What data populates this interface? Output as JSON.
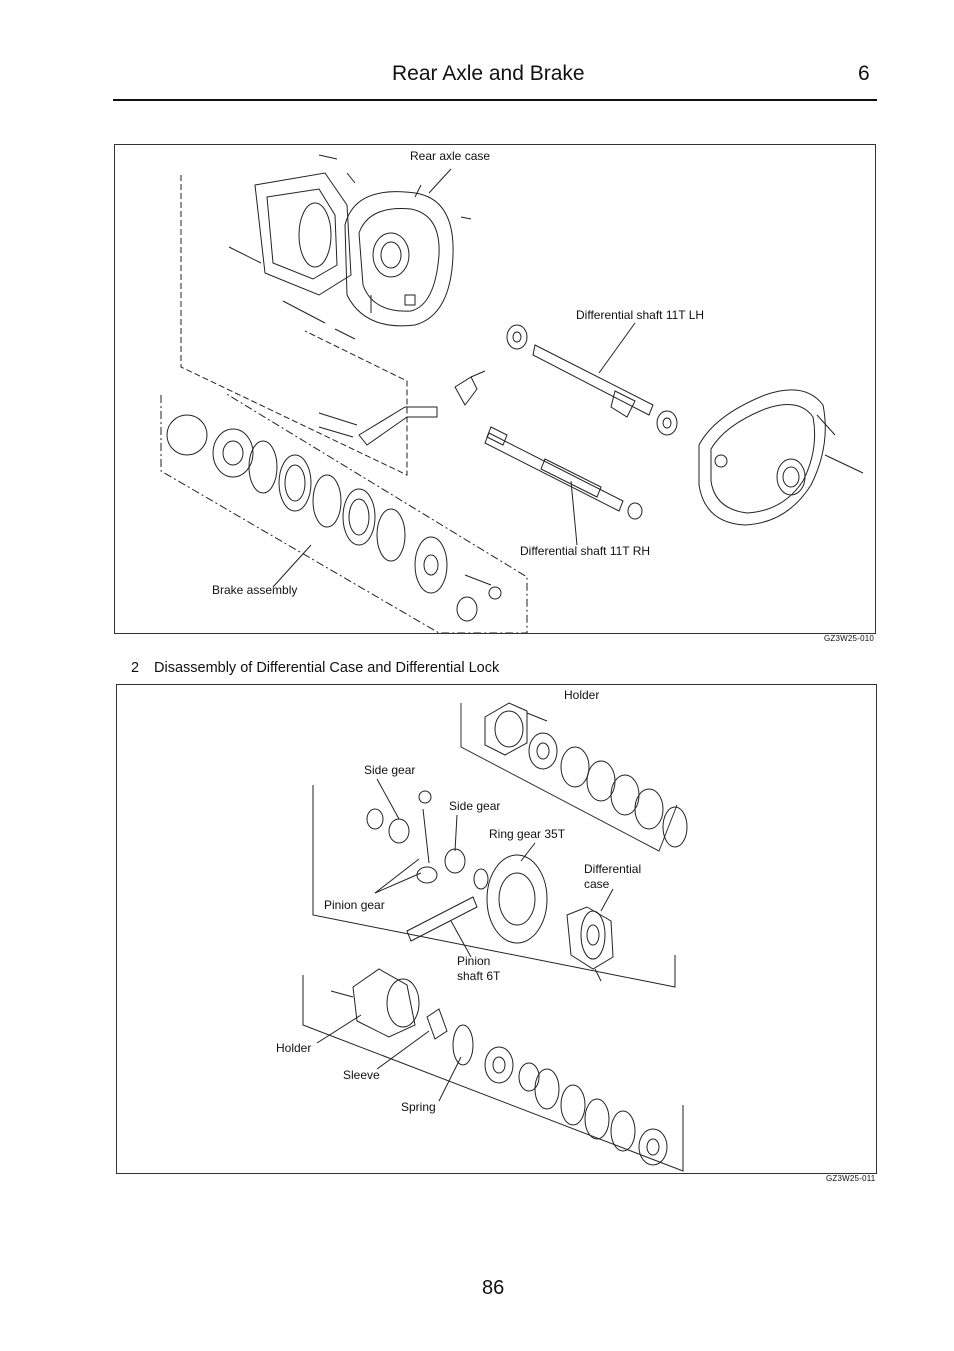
{
  "header": {
    "title": "Rear Axle and Brake",
    "chapter": "6"
  },
  "figure1": {
    "code": "GZ3W25-010",
    "callouts": {
      "rear_axle_case": "Rear axle case",
      "diff_shaft_lh": "Differential shaft 11T LH",
      "diff_shaft_rh": "Differential shaft 11T RH",
      "brake_assembly": "Brake assembly"
    }
  },
  "section": {
    "number": "2",
    "title": "Disassembly of Differential Case and Differential Lock"
  },
  "figure2": {
    "code": "GZ3W25-011",
    "callouts": {
      "holder_top": "Holder",
      "side_gear_1": "Side gear",
      "side_gear_2": "Side gear",
      "ring_gear": "Ring gear 35T",
      "differential_case_l1": "Differential",
      "differential_case_l2": "case",
      "pinion_gear": "Pinion gear",
      "pinion_shaft_l1": "Pinion",
      "pinion_shaft_l2": "shaft 6T",
      "holder_bottom": "Holder",
      "sleeve": "Sleeve",
      "spring": "Spring"
    }
  },
  "page_number": "86"
}
